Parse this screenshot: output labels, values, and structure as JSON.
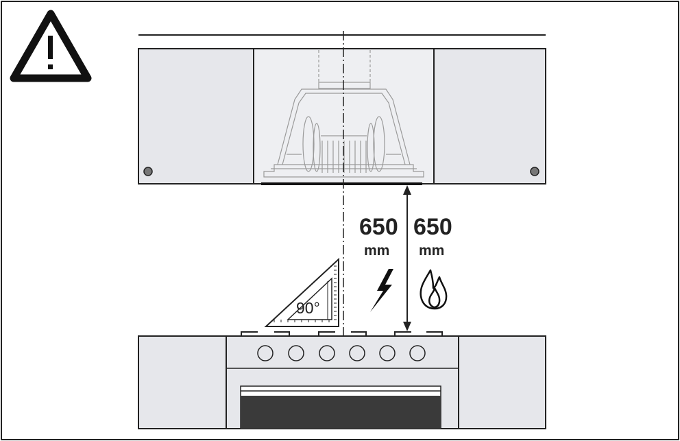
{
  "labels": {
    "electric_distance": "650",
    "electric_unit": "mm",
    "gas_distance": "650",
    "gas_unit": "mm",
    "angle": "90°"
  },
  "icons": {
    "warning": "warning-triangle-icon",
    "electric": "lightning-bolt-icon",
    "gas": "flame-icon",
    "square": "set-square-icon"
  },
  "colors": {
    "line": "#222222",
    "cabinet_fill": "#e6e7eb",
    "hood_fill": "#eeeff2",
    "hood_sketch": "#9a9a9a",
    "oven_window": "#3a3a3a"
  }
}
